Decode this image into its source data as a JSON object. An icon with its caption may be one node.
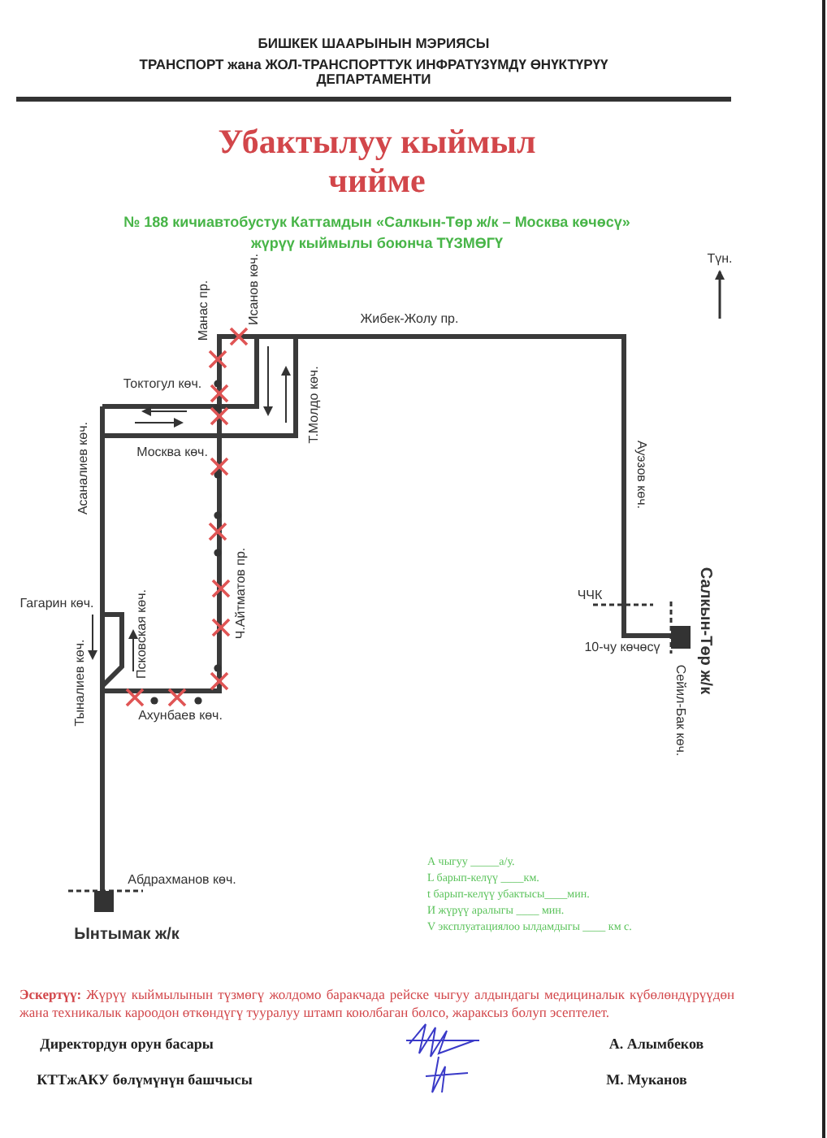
{
  "diagram": {
    "title": "Убактылуу кыймыл чийме",
    "nodes": [
      {
        "text": [
          "Салкын-Төр ж/к"
        ]
      },
      {
        "text": [
          "Ынтымак ж/к"
        ]
      }
    ],
    "edges": [
      {
        "from": 0,
        "to": 1,
        "arrow": "none"
      }
    ],
    "labels": [
      "БИШКЕК ШААРЫНЫН МЭРИЯСЫ",
      "ТРАНСПОРТ жана ЖОЛ-ТРАНСПОРТТУК ИНФРАТҮЗҮМДҮ ӨНҮКТҮРҮҮ ДЕПАРТАМЕНТИ",
      "№ 188 кичиавтобустук Каттамдын «Салкын-Төр ж/к – Москва көчөсү» жүрүү кыймылы боюнча ТҮЗМӨГҮ",
      "Исанов көч.",
      "Манас пр.",
      "Жибек-Жолу пр.",
      "Түн.",
      "Токтогул көч.",
      "Т.Молдо көч.",
      "Асаналиев көч.",
      "Москва көч.",
      "Ауэзов көч.",
      "Ч.Айтматов пр.",
      "Гагарин көч.",
      "Псковская көч.",
      "ЧЧК",
      "Тыналиев көч.",
      "10-чу көчөсү",
      "Сейил-Бак көч.",
      "Ахунбаев көч.",
      "Абдрахманов көч.",
      "А чыгуу _____а/у.",
      "L барып-келүү ____км.",
      "t барып-келүү убактысы____мин.",
      "И жүрүү аралыгы ____ мин.",
      "V эксплуатациялоо ылдамдыгы ____ км с.",
      "**Эскертүү:** Жүрүү кыймылынын түзмөгү жолдомо баракчада рейске чыгуу алдындагы медициналык күбөлөндүрүүдөн жана техникалык кароодон өткөндүгү тууралуу штамп коюлбаган болсо, жараксыз болуп эсептелет.",
      "Директордун орун басары",
      "А. Алымбеков",
      "КТТжАКУ бөлүмүнүн башчысы",
      "М. Муканов"
    ]
  }
}
